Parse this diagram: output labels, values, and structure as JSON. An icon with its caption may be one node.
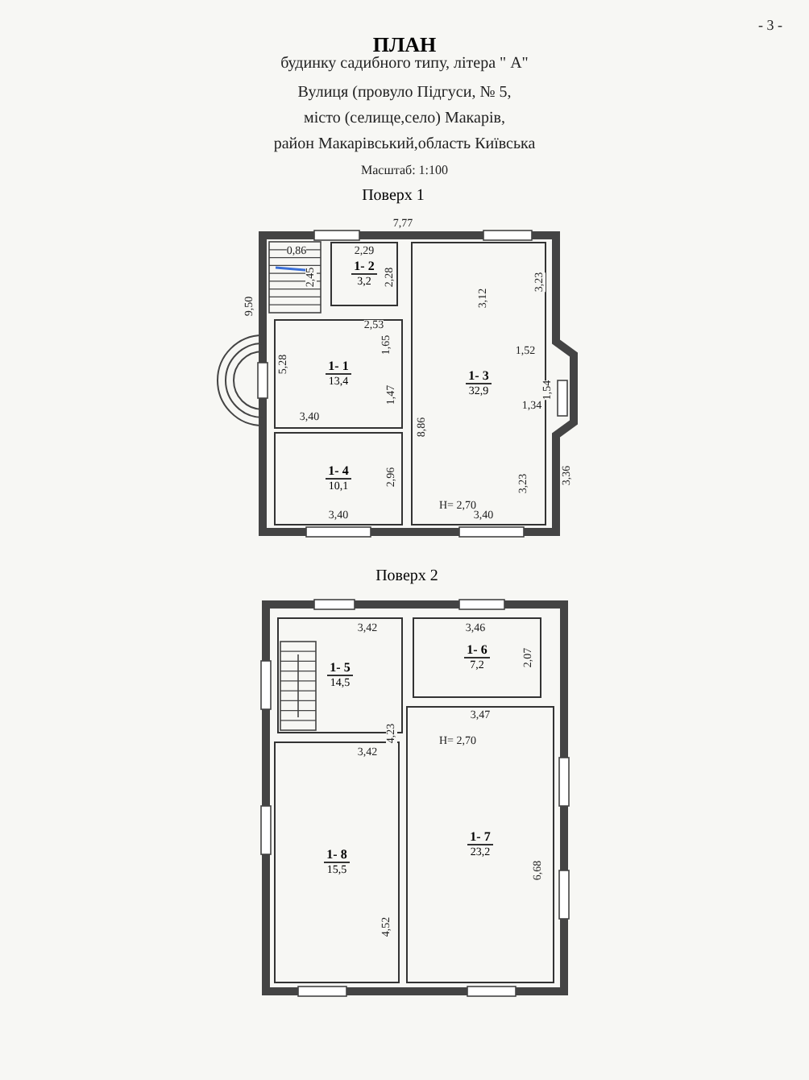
{
  "diagram": {
    "title": "ПЛАН",
    "nodes": [
      {
        "text": [
          "Поверх 1"
        ]
      },
      {
        "text": [
          "1- 2",
          "3,2"
        ],
        "in": 0
      },
      {
        "text": [
          "1- 1",
          "13,4"
        ],
        "in": 0
      },
      {
        "text": [
          "1- 3",
          "32,9"
        ],
        "in": 0
      },
      {
        "text": [
          "1- 4",
          "10,1"
        ],
        "in": 0
      },
      {
        "text": [
          "Поверх 2"
        ]
      },
      {
        "text": [
          "1- 5",
          "14,5"
        ],
        "in": 5
      },
      {
        "text": [
          "1- 6",
          "7,2"
        ],
        "in": 5
      },
      {
        "text": [
          "1- 7",
          "23,2"
        ],
        "in": 5
      },
      {
        "text": [
          "1- 8",
          "15,5"
        ],
        "in": 5
      }
    ],
    "labels": [
      "будинку садибного типу, літера \" А\"",
      "Вулиця (провуло Підгуси, № 5,",
      "місто (селище,село) Макарів,",
      "район Макарівський,область Київська",
      "Масштаб: 1:100",
      "- 3 -",
      "7,77",
      "0,86",
      "2,29",
      "2,45",
      "2,28",
      "3,12",
      "3,23",
      "9,50",
      "2,53",
      "5,28",
      "1,65",
      "1,52",
      "1,47",
      "1,54",
      "3,40",
      "1,34",
      "8,86",
      "2,96",
      "3,23",
      "3,36",
      "H= 2,70",
      "3,40",
      "3,40",
      "3,42",
      "3,46",
      "2,07",
      "4,23",
      "3,47",
      "H= 2,70",
      "3,42",
      "6,68",
      "4,52"
    ]
  }
}
